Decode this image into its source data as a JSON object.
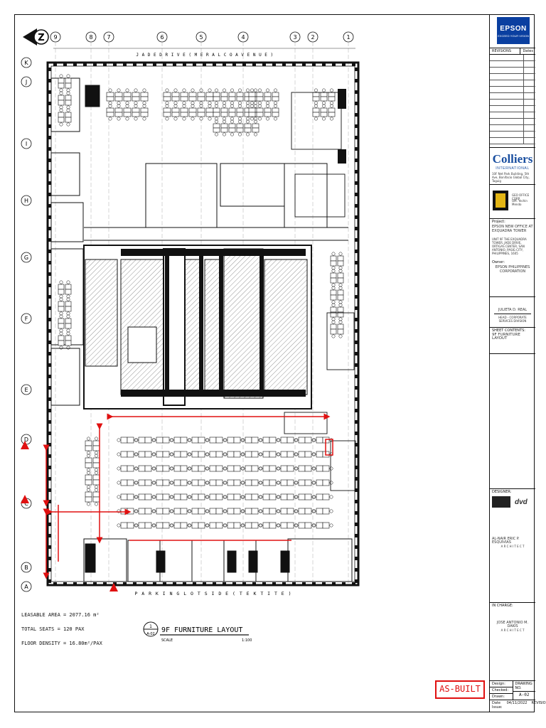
{
  "street_top": "J A D E   D R I V E   ( M E R A L C O   A V E N U E )",
  "street_bottom": "P A R K I N G   L O T   S I D E   ( T E K T I T E )",
  "north_label": "Z",
  "column_grid": [
    "9",
    "8",
    "7",
    "6",
    "5",
    "4",
    "3",
    "2",
    "1"
  ],
  "row_grid": [
    "K",
    "J",
    "I",
    "H",
    "G",
    "F",
    "E",
    "D",
    "C",
    "B",
    "A"
  ],
  "stats": {
    "leasable_area": "LEASABLE AREA = 2077.16 m²",
    "total_seats": "TOTAL SEATS = 120 PAX",
    "floor_density": "FLOOR DENSITY = 16.80m²/PAX"
  },
  "drawing_title": {
    "number": "1",
    "sheet_ref": "A-02",
    "title": "9F FURNITURE LAYOUT",
    "scale_label": "SCALE",
    "scale_value": "1:100"
  },
  "stamp": "AS-BUILT",
  "title_block": {
    "client_logo_main": "EPSON",
    "client_logo_sub": "EXCEED YOUR VISION",
    "revisions_label": "REVISIONS",
    "dates_label": "Dates",
    "consultant_name": "Colliers",
    "consultant_sub": "INTERNATIONAL",
    "consultant_address": "10F Net Park Building, 5th Ave, Bonifacio Global City, Taguig",
    "contractor_name": "GEO OFFICE CORP.",
    "contractor_person": "OM. Yechin Mendo",
    "project_label": "Project:",
    "project_name": "EPSON NEW OFFICE AT EXQUADRA TOWER",
    "project_address": "UNIT 9F THE EXQUADRA TOWER, JADE DRIVE, ORTIGAS CENTER, SAN ANTONIO, PASIG CITY, PHILIPPINES, 1605",
    "owner_label": "Owner:",
    "owner_name": "EPSON PHILIPPINES CORPORATION",
    "signatory": "JULIETA D. REAL",
    "signatory_title": "HEAD - CORPORATE SERVICES DIVISION",
    "sheet_contents_label": "SHEET CONTENTS:",
    "sheet_contents": "9F FURNITURE LAYOUT",
    "designer_label": "DESIGNER:",
    "designer_logo": "dvd",
    "architect": "AL-NAIR ERIC P. ESQUIVIAS",
    "architect_title": "A R C H I T E C T",
    "in_charge_label": "IN CHARGE:",
    "in_charge": "JOSE ANTONIO M. DAKIS",
    "in_charge_title": "A R C H I T E C T",
    "design_label": "Design:",
    "checked_label": "Checked:",
    "drawn_label": "Drawn:",
    "drawing_no_label": "DRAWING NO.",
    "drawing_no": "A-02",
    "date_issue_label": "Date Issue:",
    "date_issue": "04/11/2022",
    "revision_label": "REVISION"
  }
}
